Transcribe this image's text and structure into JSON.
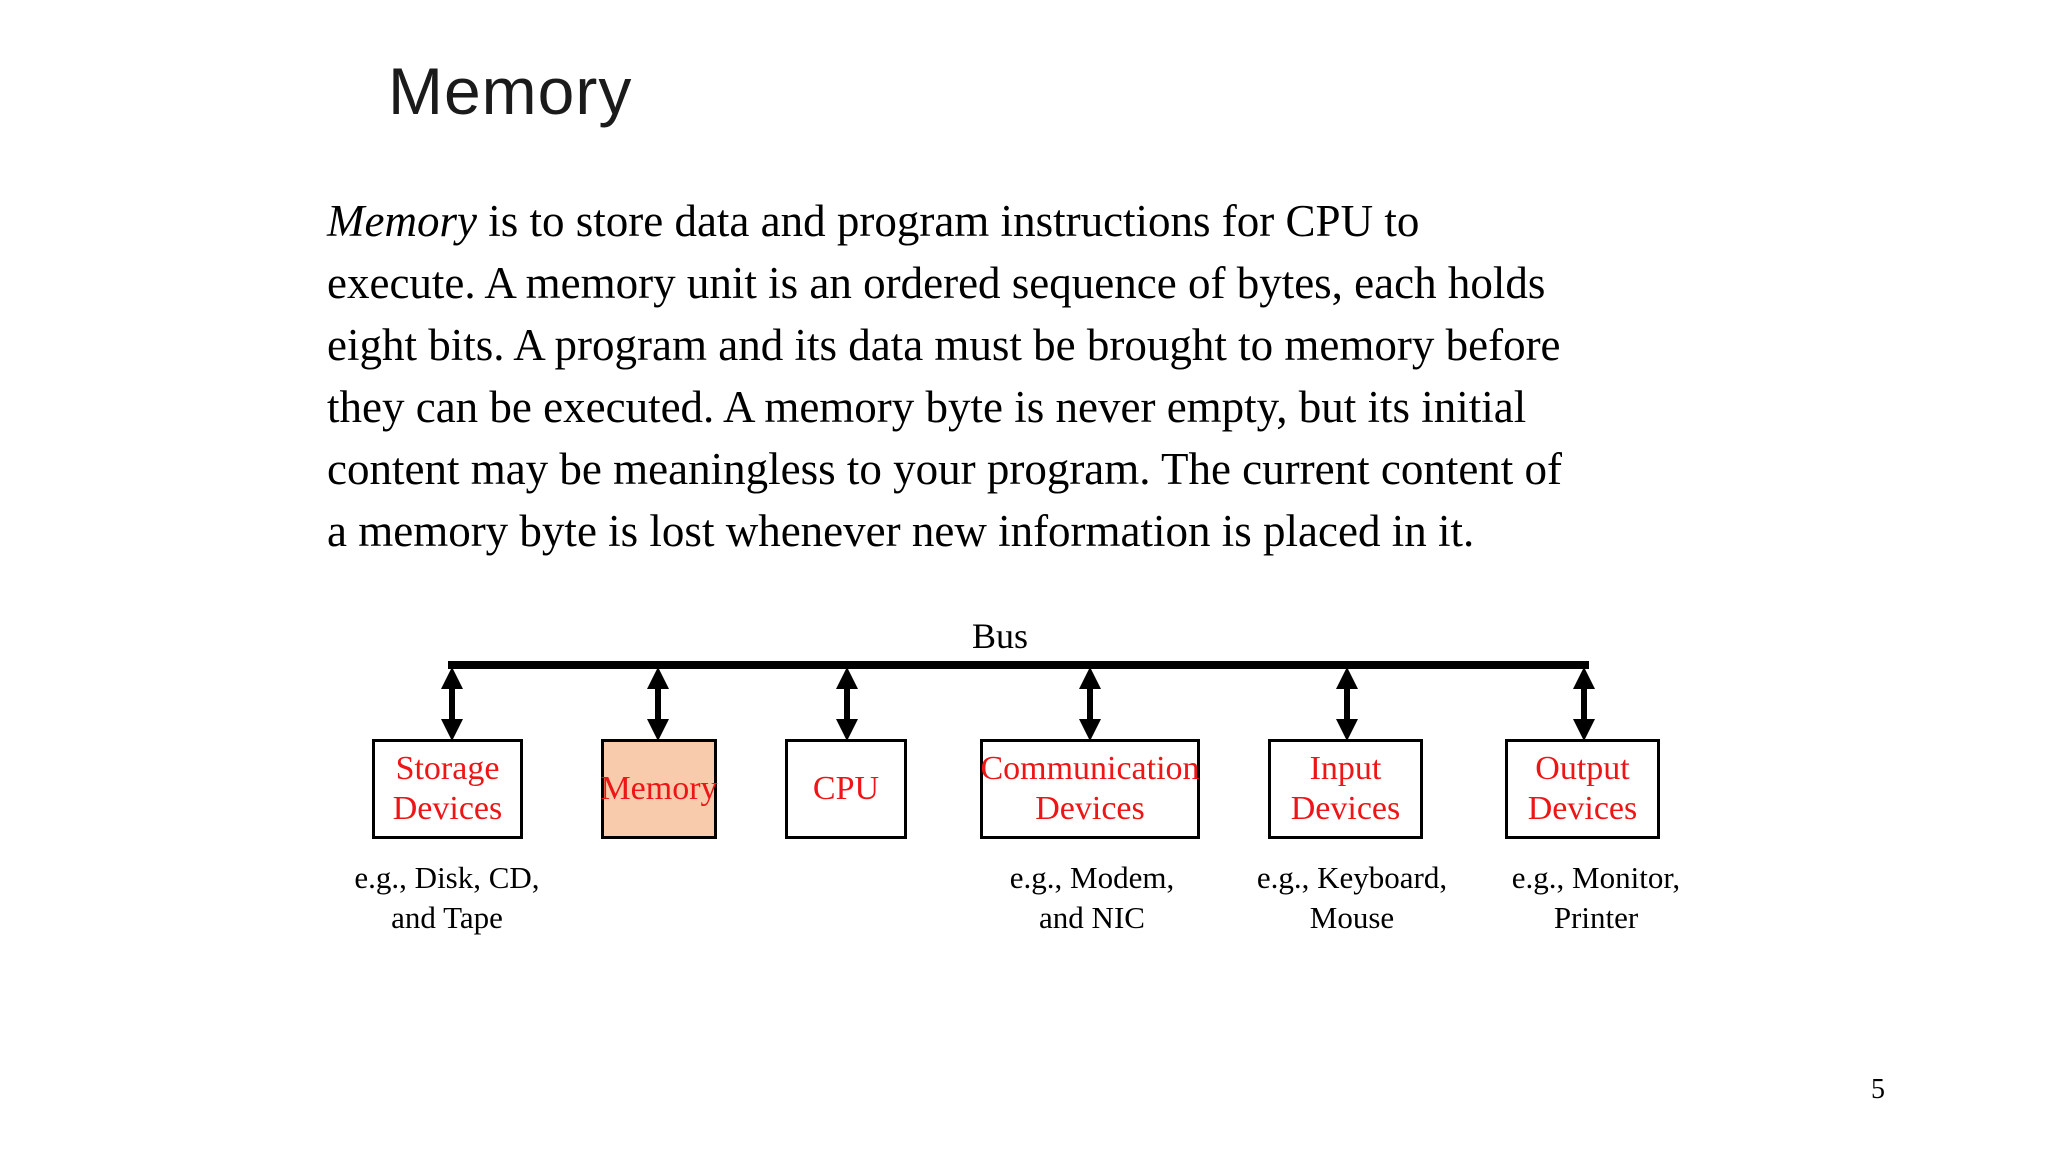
{
  "slide": {
    "title": "Memory",
    "page_number": "5"
  },
  "paragraph": {
    "italic_lead": "Memory",
    "line1_rest": " is to store data and program instructions for CPU to",
    "line2": "execute. A memory unit is an ordered sequence of bytes, each holds",
    "line3": "eight bits. A program and its data must be brought to memory before",
    "line4": "they can be executed. A memory byte is never empty, but its initial",
    "line5": "content may be meaningless to your program. The current content of",
    "line6": "a memory byte is lost whenever new information is placed in it."
  },
  "diagram": {
    "bus_label": "Bus",
    "colors": {
      "box_label_red": "#ed1515",
      "memory_box_fill": "#f8cbad",
      "bus_and_border_black": "#000000"
    },
    "nodes": [
      {
        "id": "storage-devices",
        "line1": "Storage",
        "line2": "Devices",
        "caption1": "e.g., Disk, CD,",
        "caption2": "and Tape"
      },
      {
        "id": "memory",
        "line1": "Memory"
      },
      {
        "id": "cpu",
        "line1": "CPU"
      },
      {
        "id": "communication-devices",
        "line1": "Communication",
        "line2": "Devices",
        "caption1": "e.g., Modem,",
        "caption2": "and NIC"
      },
      {
        "id": "input-devices",
        "line1": "Input",
        "line2": "Devices",
        "caption1": "e.g., Keyboard,",
        "caption2": "Mouse"
      },
      {
        "id": "output-devices",
        "line1": "Output",
        "line2": "Devices",
        "caption1": "e.g., Monitor,",
        "caption2": "Printer"
      }
    ]
  }
}
